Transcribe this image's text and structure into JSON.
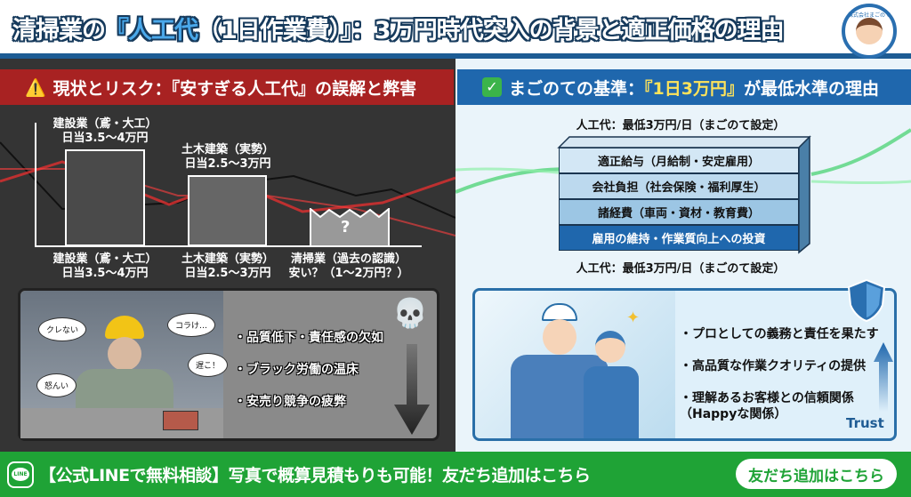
{
  "header": {
    "title_pre": "清掃業の",
    "title_hl": "『人工代",
    "title_post": "（1日作業費）』：3万円時代突入の背景と適正価格の理由",
    "logo_text": "株式会社まごのて"
  },
  "left": {
    "heading": "現状とリスク：『安すぎる人工代』の誤解と弊害",
    "bars": [
      {
        "name": "建設業（鳶・大工）",
        "rate": "日当3.5〜4万円"
      },
      {
        "name": "土木建築（実勢）",
        "rate": "日当2.5〜3万円"
      },
      {
        "name": "清掃業（過去の認識）",
        "rate": "安い？（1〜2万円？）"
      }
    ],
    "question_mark": "?",
    "bubbles": [
      "クレない",
      "コラけ…",
      "遅こ！",
      "怒んい"
    ],
    "bullets": [
      "・品質低下・責任感の欠如",
      "・ブラック労働の温床",
      "・安売り競争の疲弊"
    ]
  },
  "right": {
    "heading_pre": "まごのての基準：",
    "heading_hl": "『1日3万円』",
    "heading_post": "が最低水準の理由",
    "stack_label_top": "人工代：最低3万円/日（まごのて設定）",
    "layers": [
      "適正給与（月給制・安定雇用）",
      "会社負担（社会保険・福利厚生）",
      "諸経費（車両・資材・教育費）",
      "雇用の維持・作業質向上への投資"
    ],
    "stack_label_bottom": "人工代：最低3万円/日（まごのて設定）",
    "bullets": [
      "・プロとしての義務と責任を果たす",
      "・高品質な作業クオリティの提供",
      "・理解あるお客様との信頼関係",
      "（Happyな関係）"
    ],
    "trust_label": "Trust"
  },
  "footer": {
    "line_icon": "LINE",
    "text": "【公式LINEで無料相談】写真で概算見積もりも可能！友だち追加はこちら",
    "cta": "友だち追加はこちら"
  },
  "colors": {
    "red": "#a82222",
    "blue": "#1f67ad",
    "green": "#1fa336",
    "dark": "#343434"
  }
}
